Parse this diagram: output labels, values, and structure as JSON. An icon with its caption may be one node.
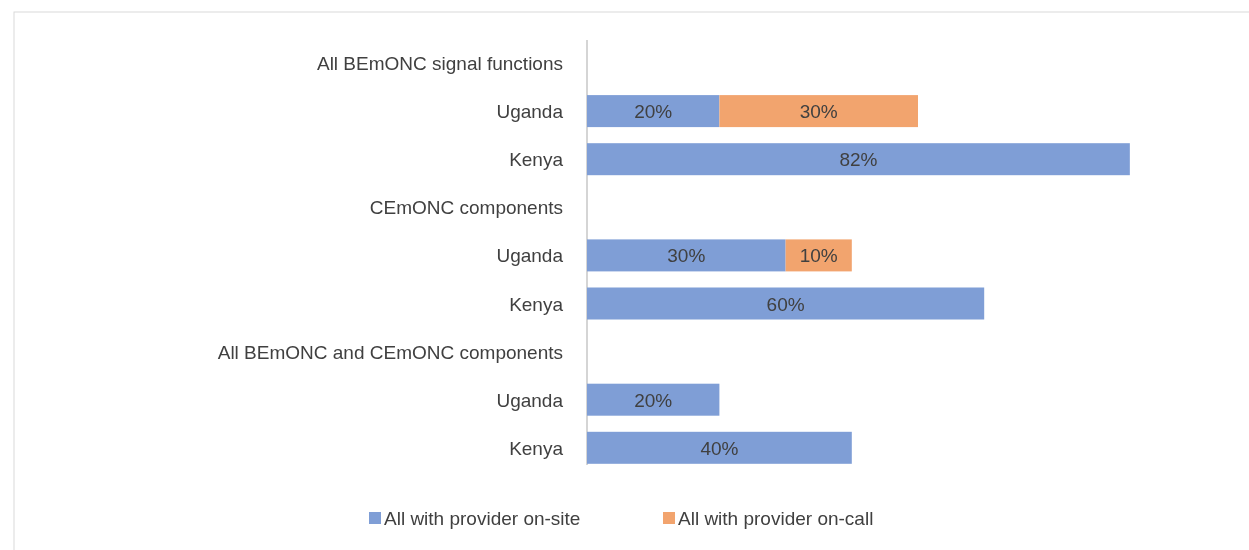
{
  "diagram": {
    "chart_data": {
      "type": "bar",
      "orientation": "horizontal",
      "stacked": true,
      "data_labels": true,
      "legend": "bottom",
      "categories": [
        "All BEmONC signal functions",
        "Uganda",
        "Kenya",
        "CEmONC components",
        "Uganda",
        "Kenya",
        "All BEmONC and CEmONC components",
        "Uganda",
        "Kenya"
      ],
      "series": [
        {
          "name": "All with provider on-site",
          "color": "#7f9ed6",
          "values": [
            null,
            20,
            82,
            null,
            30,
            60,
            null,
            20,
            40
          ],
          "value_labels": [
            null,
            "20%",
            "82%",
            null,
            "30%",
            "60%",
            null,
            "20%",
            "40%"
          ]
        },
        {
          "name": "All with provider on-call",
          "color": "#f2a46e",
          "values": [
            null,
            30,
            null,
            null,
            10,
            null,
            null,
            null,
            null
          ],
          "value_labels": [
            null,
            "30%",
            null,
            null,
            "10%",
            null,
            null,
            null,
            null
          ]
        }
      ]
    }
  }
}
